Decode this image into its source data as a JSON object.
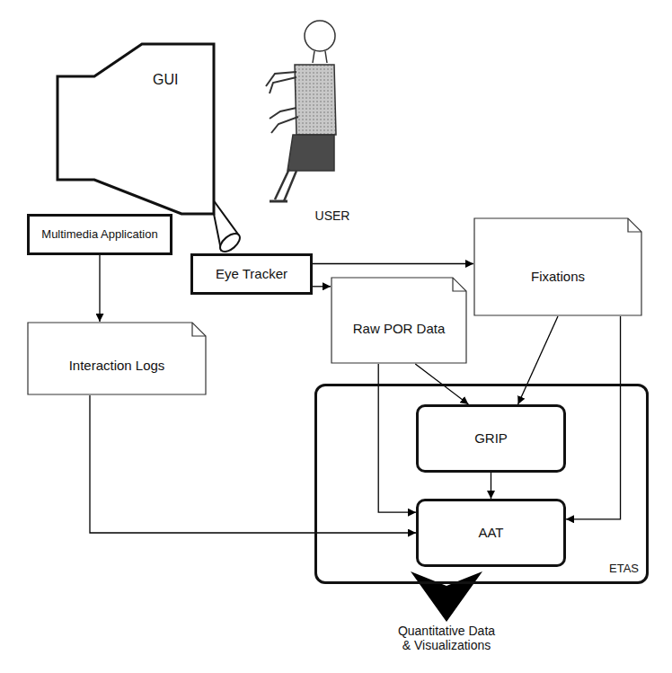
{
  "diagram": {
    "nodes": [
      {
        "text": [
          "GUI"
        ]
      },
      {
        "text": [
          "Multimedia Application"
        ]
      },
      {
        "text": [
          "Eye Tracker"
        ]
      },
      {
        "text": [
          "Fixations"
        ]
      },
      {
        "text": [
          "Raw POR Data"
        ]
      },
      {
        "text": [
          "Interaction Logs"
        ]
      },
      {
        "text": [
          "ETAS"
        ]
      },
      {
        "text": [
          "GRIP"
        ],
        "in": 6
      },
      {
        "text": [
          "AAT"
        ],
        "in": 6
      }
    ],
    "edges": [
      {
        "from": 1,
        "to": 5,
        "arrow": "to"
      },
      {
        "from": 2,
        "to": 3,
        "arrow": "to"
      },
      {
        "from": 2,
        "to": 4,
        "arrow": "to"
      },
      {
        "from": 4,
        "to": 7,
        "arrow": "to"
      },
      {
        "from": 3,
        "to": 7,
        "arrow": "to"
      },
      {
        "from": 4,
        "to": 8,
        "arrow": "to"
      },
      {
        "from": 3,
        "to": 8,
        "arrow": "to"
      },
      {
        "from": 7,
        "to": 8,
        "arrow": "to"
      },
      {
        "from": 5,
        "to": 8,
        "arrow": "to"
      }
    ],
    "labels": [
      "USER",
      "Quantitative Data & Visualizations"
    ]
  }
}
